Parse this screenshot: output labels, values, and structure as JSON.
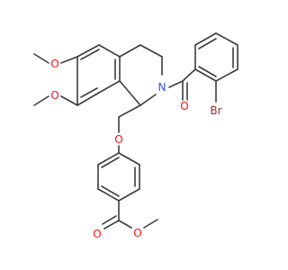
{
  "molecule": {
    "atoms": {
      "o_methoxy_top": "O",
      "o_methoxy_bottom": "O",
      "n_ring": "N",
      "o_carbonyl_amide": "O",
      "br": "Br",
      "o_ether": "O",
      "o_ester_carbonyl": "O",
      "o_ester_single": "O"
    },
    "colors": {
      "oxygen": "#ff0d0d",
      "nitrogen": "#3050f8",
      "bromine": "#a62929",
      "bond": "#3c3c3c"
    }
  }
}
